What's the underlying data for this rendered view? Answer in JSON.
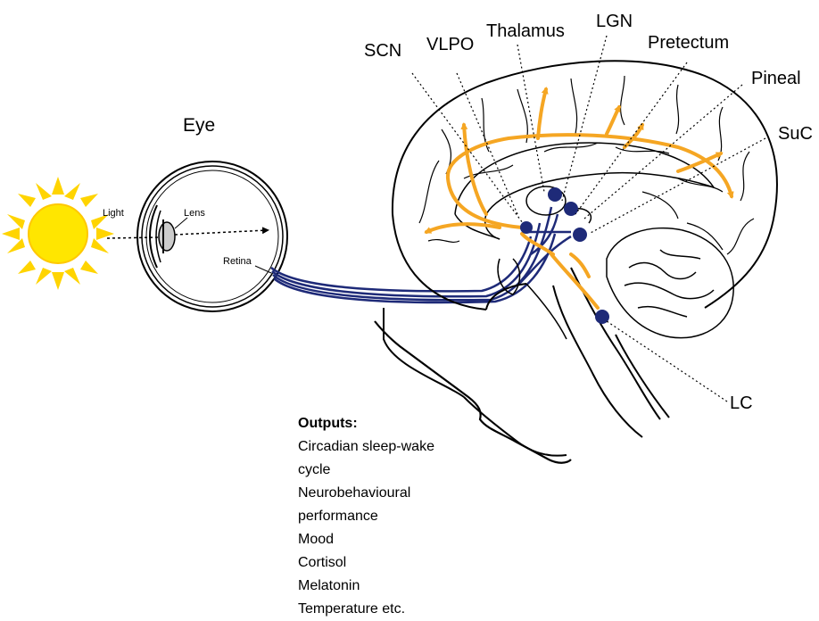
{
  "labels": {
    "eye": "Eye",
    "light": "Light",
    "lens": "Lens",
    "retina": "Retina",
    "scn": "SCN",
    "vlpo": "VLPO",
    "thalamus": "Thalamus",
    "lgn": "LGN",
    "pretectum": "Pretectum",
    "pineal": "Pineal",
    "suc": "SuC",
    "lc": "LC"
  },
  "outputs": {
    "heading": "Outputs:",
    "items": [
      "Circadian sleep-wake",
      "cycle",
      "Neurobehavioural",
      "performance",
      "Mood",
      "Cortisol",
      "Melatonin",
      "Temperature etc."
    ]
  },
  "colors": {
    "sun": "#FFE600",
    "sun_rays": "#FFD400",
    "projection_arrows": "#F5A623",
    "retinal_pathway": "#1E2A78",
    "outline": "#000000"
  }
}
